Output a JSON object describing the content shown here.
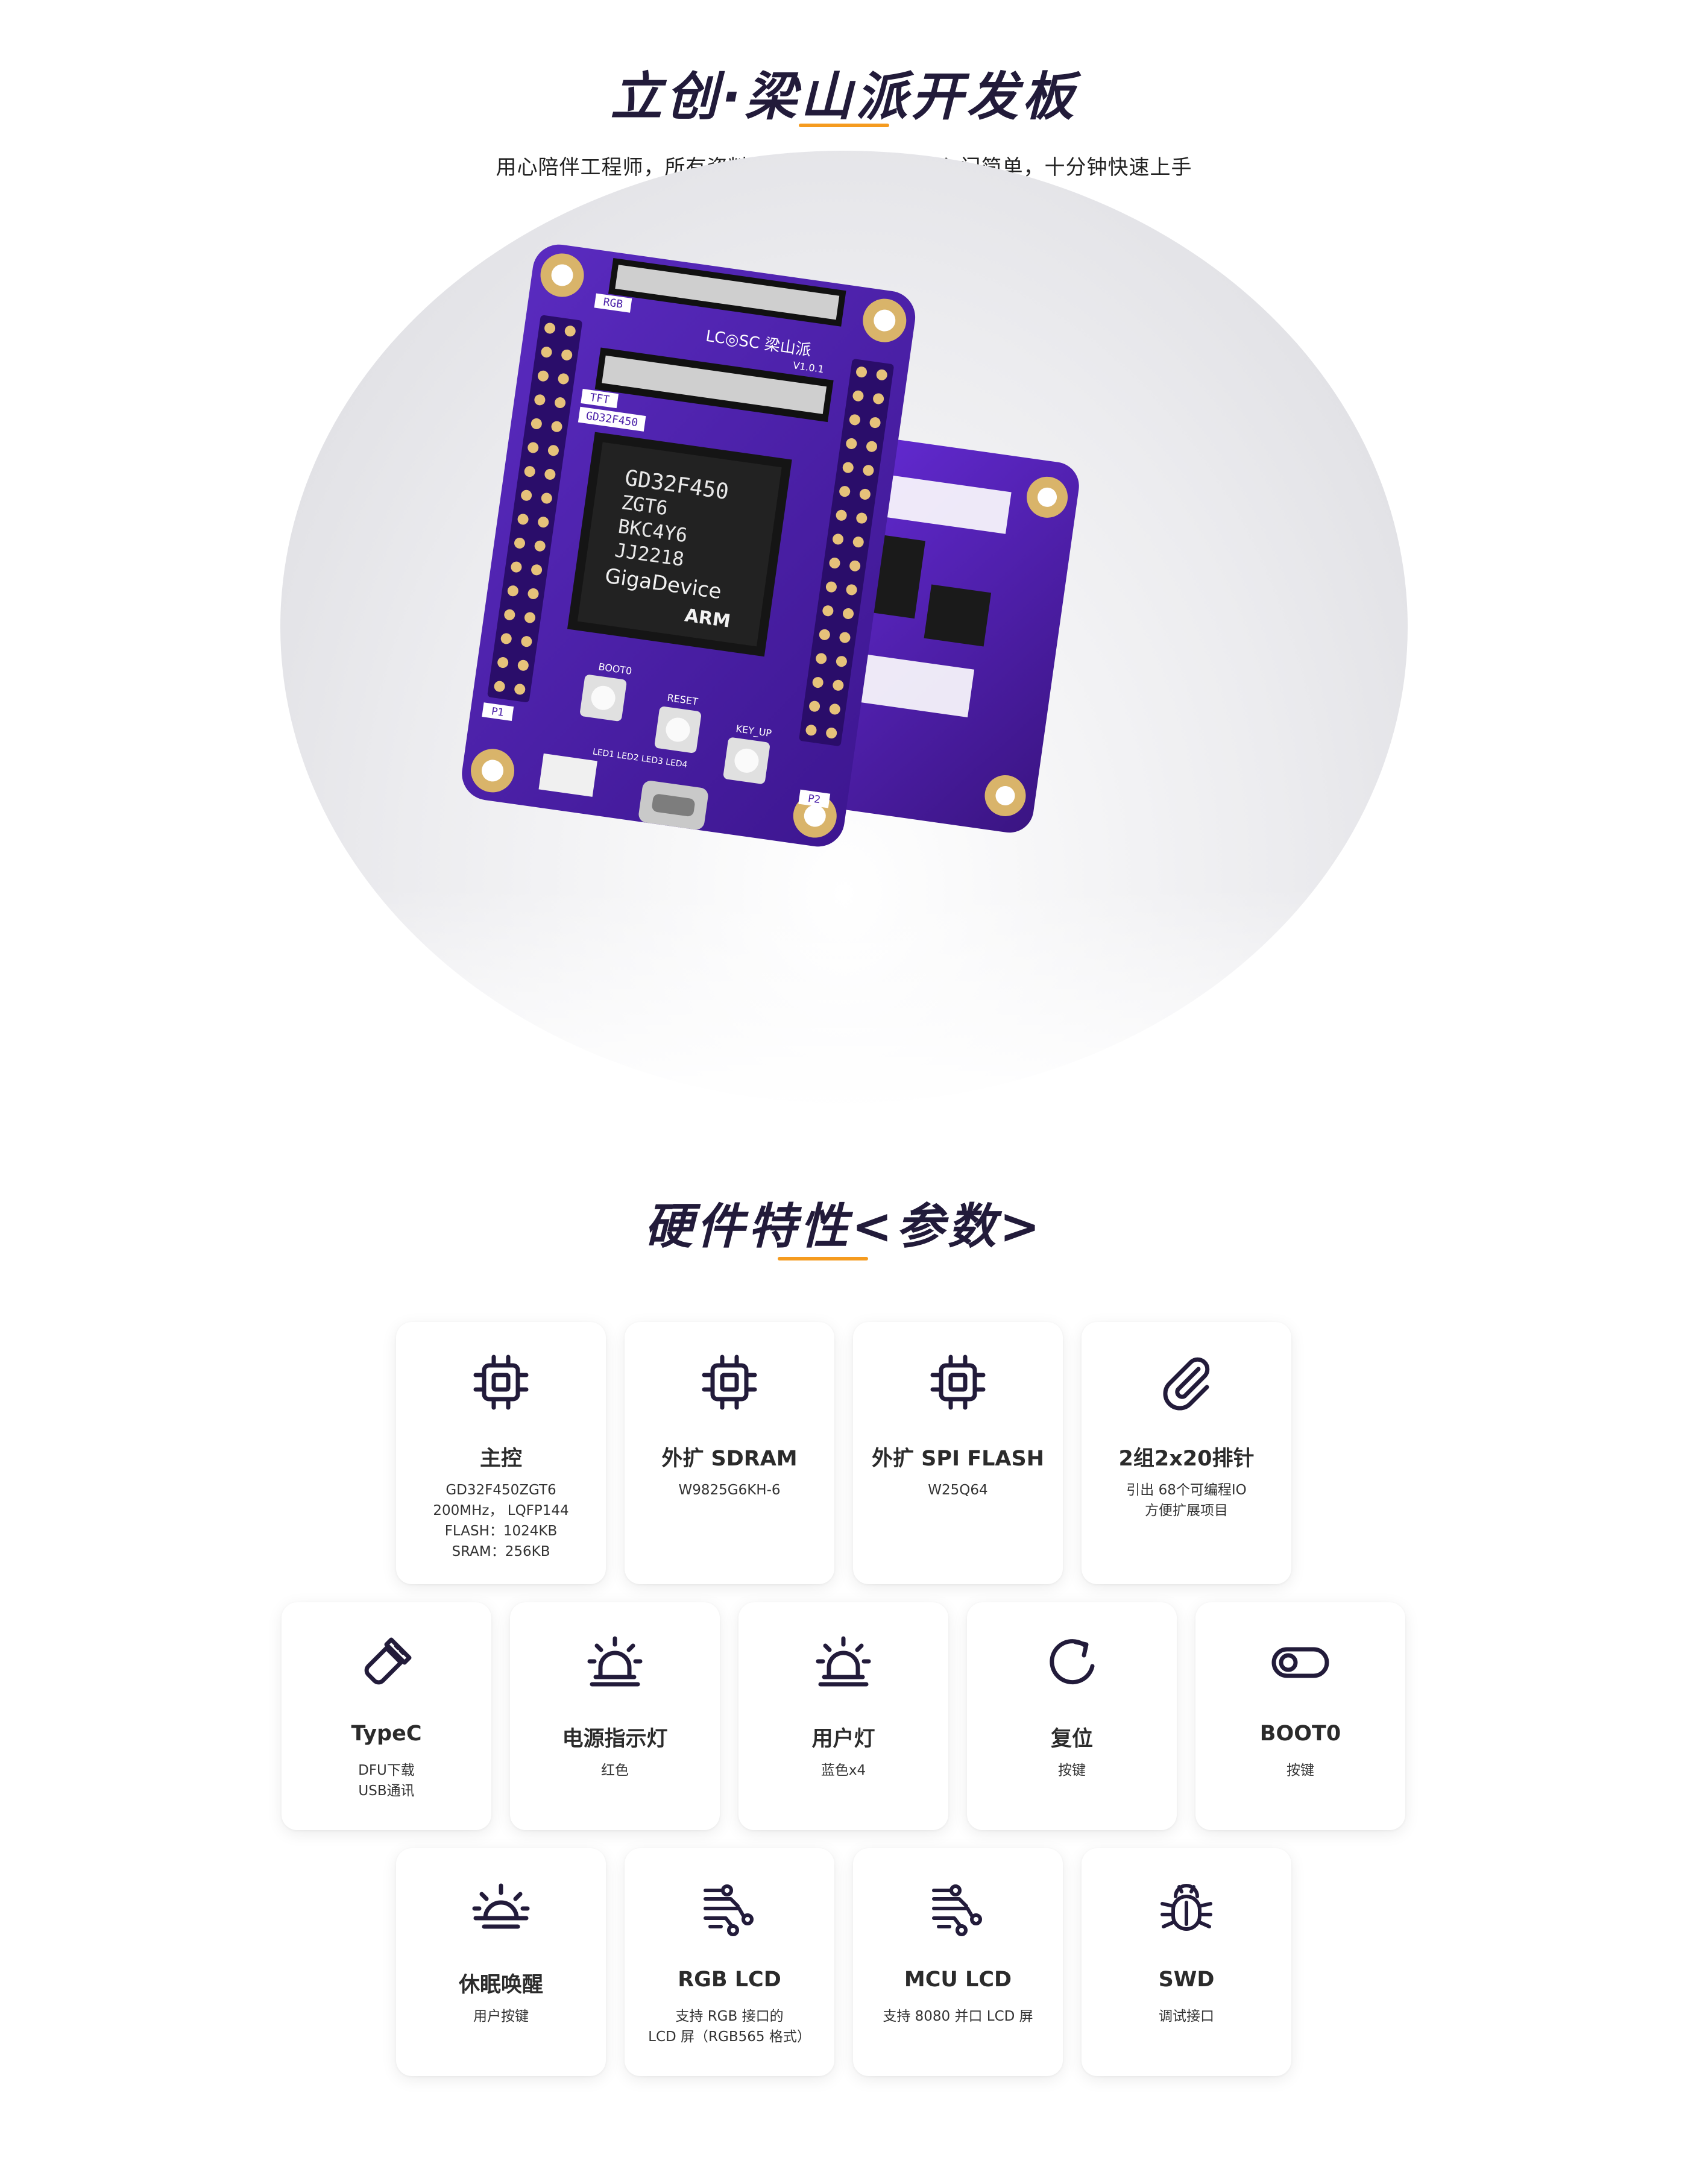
{
  "header": {
    "title": "立创·梁山派开发板",
    "subtitle": "用心陪伴工程师，所有资料开源，项目式学习，入门简单，十分钟快速上手"
  },
  "board": {
    "front_labels": {
      "rgb": "RGB",
      "tft": "TFT",
      "logo": "LC◎SC 梁山派",
      "version": "V1.0.1",
      "mcu_name": "GD32F450",
      "chip_line1": "GD32F450",
      "chip_line2": "ZGT6",
      "chip_line3": "BKC4Y6",
      "chip_line4": "JJ2218",
      "chip_brand": "GigaDevice",
      "chip_arm": "ARM",
      "boot0": "BOOT0",
      "reset": "RESET",
      "key_up": "KEY_UP",
      "p1": "P1",
      "p2": "P2",
      "leds": "LED1 LED2 LED3 LED4"
    },
    "colors": {
      "pcb": "#4a1fa8",
      "pcb_dark": "#3a1786",
      "gold": "#d9b46a"
    }
  },
  "section2": {
    "title": "硬件特性<参数>"
  },
  "features": [
    {
      "icon": "chip-icon",
      "title": "主控",
      "desc": "GD32F450ZGT6\n200MHz， LQFP144\nFLASH：1024KB\nSRAM：256KB"
    },
    {
      "icon": "chip-icon",
      "title": "外扩 SDRAM",
      "desc": "W9825G6KH-6"
    },
    {
      "icon": "chip-icon",
      "title": "外扩 SPI FLASH",
      "desc": "W25Q64"
    },
    {
      "icon": "paperclip-icon",
      "title": "2组2x20排针",
      "desc": "引出 68个可编程IO\n方便扩展项目"
    },
    {
      "icon": "usb-icon",
      "title": "TypeC",
      "desc": "DFU下载\nUSB通讯"
    },
    {
      "icon": "alarm-light-icon",
      "title": "电源指示灯",
      "desc": "红色"
    },
    {
      "icon": "alarm-light-icon",
      "title": "用户灯",
      "desc": "蓝色x4"
    },
    {
      "icon": "rotate-icon",
      "title": "复位",
      "desc": "按键"
    },
    {
      "icon": "toggle-icon",
      "title": "BOOT0",
      "desc": "按键"
    },
    {
      "icon": "sunrise-icon",
      "title": "休眠唤醒",
      "desc": "用户按键"
    },
    {
      "icon": "circuit-icon",
      "title": "RGB LCD",
      "desc": "支持 RGB 接口的\nLCD 屏（RGB565 格式）"
    },
    {
      "icon": "circuit-icon",
      "title": "MCU LCD",
      "desc": "支持 8080 并口 LCD 屏"
    },
    {
      "icon": "bug-icon",
      "title": "SWD",
      "desc": "调试接口"
    }
  ]
}
